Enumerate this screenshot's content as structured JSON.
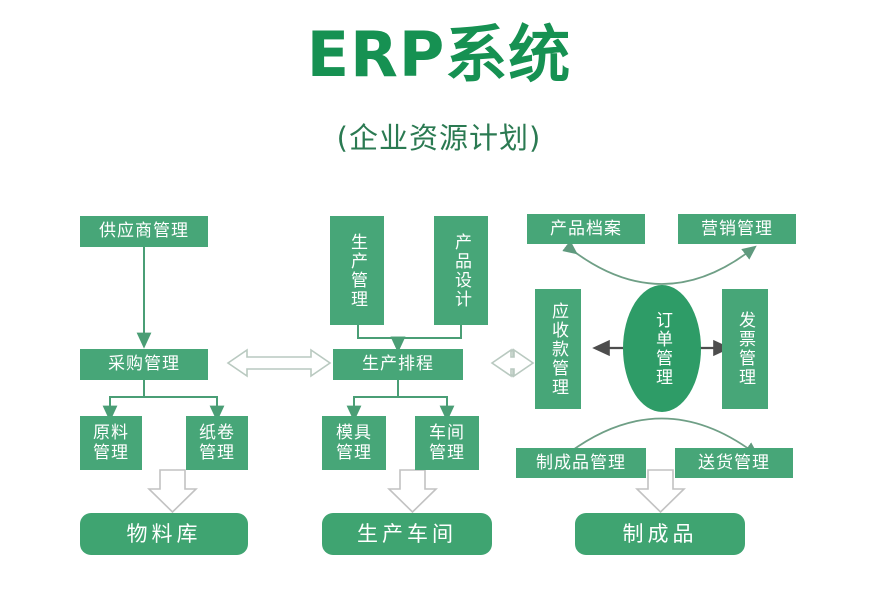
{
  "header": {
    "title": "ERP系统",
    "subtitle": "(企业资源计划)"
  },
  "colors": {
    "background": "#ffffff",
    "title_green": "#169152",
    "subtitle_green": "#2b7a52",
    "node_fill": "#47a678",
    "terminal_fill": "#3fa471",
    "oval_fill": "#2e9c67",
    "node_text": "#ffffff",
    "solid_arrow": "#4a9e75",
    "hollow_arrow_stroke": "#b9b9b9",
    "curve_arrow": "#6f9f86"
  },
  "diagram": {
    "type": "flowchart",
    "columns": [
      {
        "name": "procurement-column",
        "nodes": [
          {
            "id": "supplier-management",
            "label": "供应商管理",
            "shape": "rect"
          },
          {
            "id": "purchasing-management",
            "label": "采购管理",
            "shape": "rect"
          },
          {
            "id": "raw-material-management",
            "label": "原料管理",
            "lines": [
              "原料",
              "管理"
            ],
            "shape": "rect"
          },
          {
            "id": "paper-roll-management",
            "label": "纸卷管理",
            "lines": [
              "纸卷",
              "管理"
            ],
            "shape": "rect"
          },
          {
            "id": "material-warehouse",
            "label": "物料库",
            "shape": "rounded-terminal"
          }
        ]
      },
      {
        "name": "production-column",
        "nodes": [
          {
            "id": "production-management",
            "label": "生产管理",
            "shape": "rect-vertical"
          },
          {
            "id": "product-design",
            "label": "产品设计",
            "shape": "rect-vertical"
          },
          {
            "id": "production-scheduling",
            "label": "生产排程",
            "shape": "rect"
          },
          {
            "id": "mold-management",
            "label": "模具管理",
            "lines": [
              "模具",
              "管理"
            ],
            "shape": "rect"
          },
          {
            "id": "workshop-management",
            "label": "车间管理",
            "lines": [
              "车间",
              "管理"
            ],
            "shape": "rect"
          },
          {
            "id": "production-workshop",
            "label": "生产车间",
            "shape": "rounded-terminal"
          }
        ]
      },
      {
        "name": "order-column",
        "nodes": [
          {
            "id": "product-archive",
            "label": "产品档案",
            "shape": "rect"
          },
          {
            "id": "marketing-management",
            "label": "营销管理",
            "shape": "rect"
          },
          {
            "id": "receivables-management",
            "label": "应收款管理",
            "shape": "rect-vertical"
          },
          {
            "id": "order-management",
            "label": "订单管理",
            "shape": "oval"
          },
          {
            "id": "invoice-management",
            "label": "发票管理",
            "shape": "rect-vertical"
          },
          {
            "id": "finished-goods-management",
            "label": "制成品管理",
            "shape": "rect"
          },
          {
            "id": "delivery-management",
            "label": "送货管理",
            "shape": "rect"
          },
          {
            "id": "finished-goods",
            "label": "制成品",
            "shape": "rounded-terminal"
          }
        ]
      }
    ],
    "connections": [
      {
        "from": "supplier-management",
        "to": "purchasing-management",
        "style": "solid-arrow-down"
      },
      {
        "from": "purchasing-management",
        "to": "raw-material-management",
        "style": "solid-arrow-down"
      },
      {
        "from": "purchasing-management",
        "to": "paper-roll-management",
        "style": "solid-arrow-down"
      },
      {
        "from": "raw-material-management",
        "to": "material-warehouse",
        "style": "hollow-arrow-down"
      },
      {
        "from": "production-management",
        "to": "production-scheduling",
        "style": "solid-arrow-down"
      },
      {
        "from": "product-design",
        "to": "production-scheduling",
        "style": "solid-arrow-down"
      },
      {
        "from": "production-scheduling",
        "to": "mold-management",
        "style": "solid-arrow-down"
      },
      {
        "from": "production-scheduling",
        "to": "workshop-management",
        "style": "solid-arrow-down"
      },
      {
        "from": "mold-management",
        "to": "production-workshop",
        "style": "hollow-arrow-down"
      },
      {
        "from": "purchasing-management",
        "to": "production-scheduling",
        "style": "hollow-double-arrow"
      },
      {
        "from": "production-scheduling",
        "to": "receivables-management",
        "style": "hollow-double-arrow"
      },
      {
        "from": "order-management",
        "to": "receivables-management",
        "style": "solid-arrow-left"
      },
      {
        "from": "order-management",
        "to": "invoice-management",
        "style": "solid-arrow-right"
      },
      {
        "from": "order-management",
        "to": "product-archive",
        "style": "curved-arc-up"
      },
      {
        "from": "order-management",
        "to": "marketing-management",
        "style": "curved-arc-up"
      },
      {
        "from": "order-management",
        "to": "finished-goods-management",
        "style": "curved-arc-down"
      },
      {
        "from": "order-management",
        "to": "delivery-management",
        "style": "curved-arc-down"
      },
      {
        "from": "finished-goods-management",
        "to": "finished-goods",
        "style": "hollow-arrow-down"
      }
    ]
  }
}
